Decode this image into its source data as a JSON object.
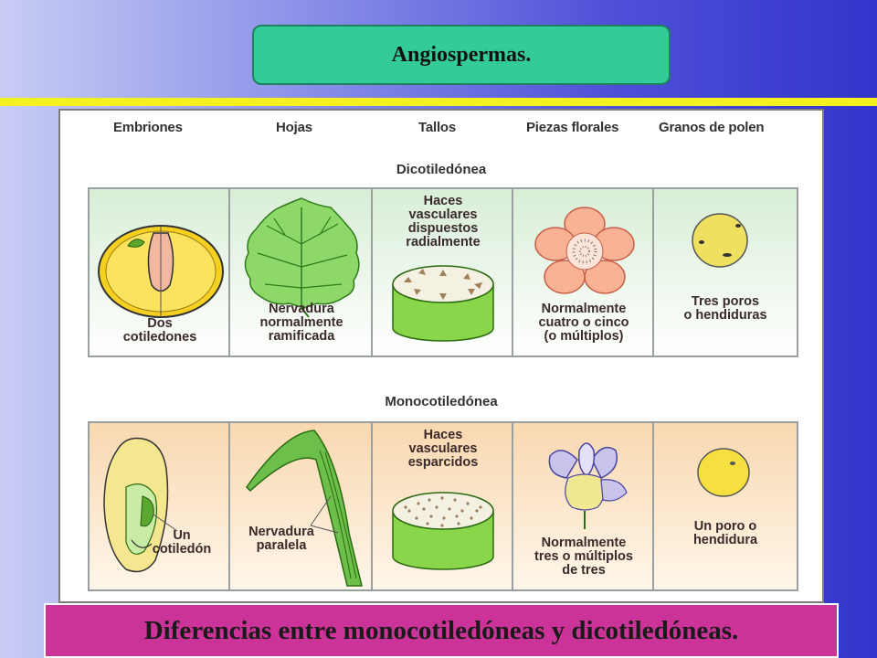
{
  "title": "Angiospermas.",
  "caption": "Diferencias entre monocotiledóneas y dicotiledóneas.",
  "columns": [
    "Embriones",
    "Hojas",
    "Tallos",
    "Piezas florales",
    "Granos de polen"
  ],
  "dicot": {
    "heading": "Dicotiledónea",
    "embryo": "Dos\ncotiledones",
    "leaf": "Nervadura\nnormalmente\nramificada",
    "stem": "Haces\nvasculares\ndispuestos\nradialmente",
    "flower": "Normalmente\ncuatro o cinco\n(o múltiplos)",
    "pollen": "Tres poros\no hendiduras"
  },
  "monocot": {
    "heading": "Monocotiledónea",
    "embryo": "Un\ncotiledón",
    "leaf": "Nervadura\nparalela",
    "stem": "Haces\nvasculares\nesparcidos",
    "flower": "Normalmente\ntres o múltiplos\nde tres",
    "pollen": "Un poro o\nhendidura"
  },
  "colors": {
    "dicot_panel": "#d8eed6",
    "monocot_panel": "#f8d8b0",
    "title_box": "#33cc99",
    "caption_box": "#cc3399",
    "accent_line": "#f5f020"
  }
}
